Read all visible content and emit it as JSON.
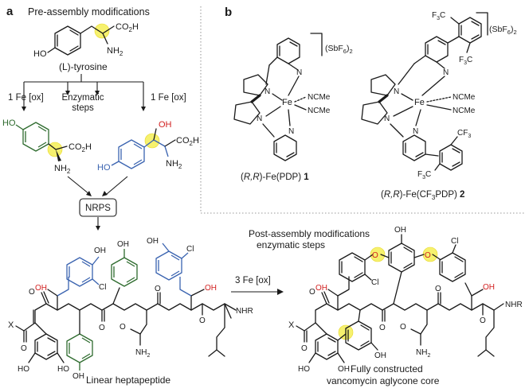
{
  "panel_a": {
    "letter": "a",
    "pre_assembly_title": "Pre-assembly modifications",
    "tyrosine_label": "(L)-tyrosine",
    "oxidation_left": "1 Fe [ox]",
    "oxidation_right": "1 Fe [ox]",
    "enzymatic_steps_line1": "Enzymatic",
    "enzymatic_steps_line2": "steps",
    "nrps_label": "NRPS",
    "post_assembly_title": "Post-assembly modifications",
    "post_assembly_subtitle": "enzymatic steps",
    "oxidation_three": "3 Fe [ox]",
    "linear_label": "Linear heptapeptide",
    "core_label_line1": "Fully constructed",
    "core_label_line2": "vancomycin aglycone core"
  },
  "panel_b": {
    "letter": "b",
    "counterion_sb": "(SbF",
    "counterion_6": "6",
    "counterion_2": "2",
    "catalyst1_prefix": "(",
    "catalyst1_rr": "R,R",
    "catalyst1_name": ")-Fe(PDP) ",
    "catalyst1_number": "1",
    "catalyst2_name_a": ")-Fe(CF",
    "catalyst2_sub": "3",
    "catalyst2_name_b": "PDP) ",
    "catalyst2_number": "2"
  },
  "atoms": {
    "co2h": "CO",
    "co2h_sub": "2",
    "co2h_h": "H",
    "nh2": "NH",
    "nh2_sub": "2",
    "ho": "HO",
    "oh": "OH",
    "n": "N",
    "fe": "Fe",
    "ncme": "NCMe",
    "cf3": "CF",
    "cf3_sub": "3",
    "f3c": "F",
    "f3c_sub": "3",
    "f3c_c": "C",
    "cl": "Cl",
    "o": "O",
    "x": "X",
    "nhr": "NHR"
  },
  "colors": {
    "red": "#d22020",
    "blue": "#3a63b0",
    "green": "#2e6b2e",
    "highlight": "#f5ee55"
  }
}
